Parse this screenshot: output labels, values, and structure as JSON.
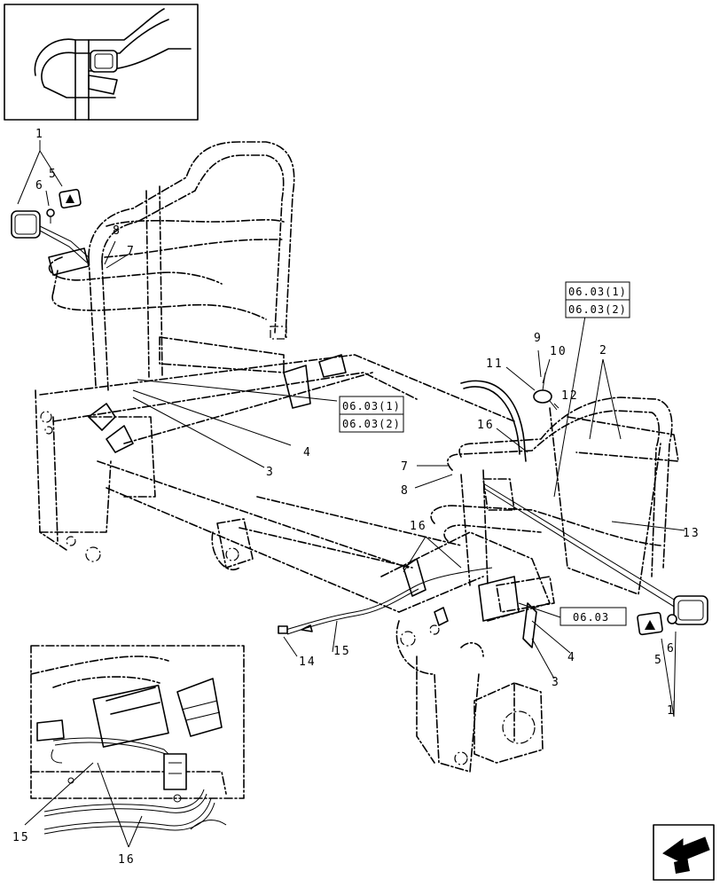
{
  "callouts": {
    "c1_top": "1",
    "c5_top": "5",
    "c6_top": "6",
    "c8_left": "8",
    "c7_left": "7",
    "c4_left": "4",
    "c3_left": "3",
    "c9": "9",
    "c10": "10",
    "c11": "11",
    "c12": "12",
    "c2": "2",
    "c16_right": "16",
    "c7_right": "7",
    "c8_right": "8",
    "c13": "13",
    "c16_mid": "16",
    "c4_right": "4",
    "c3_right": "3",
    "c5_right": "5",
    "c6_right": "6",
    "c1_right": "1",
    "c14": "14",
    "c15_main": "15",
    "c15_inset": "15",
    "c16_inset": "16"
  },
  "references": {
    "ref_top_1": "06.03(1)",
    "ref_top_2": "06.03(2)",
    "ref_mid_1": "06.03(1)",
    "ref_mid_2": "06.03(2)",
    "ref_bottom": "06.03"
  },
  "icons": {
    "nav": "arrow-icon"
  }
}
